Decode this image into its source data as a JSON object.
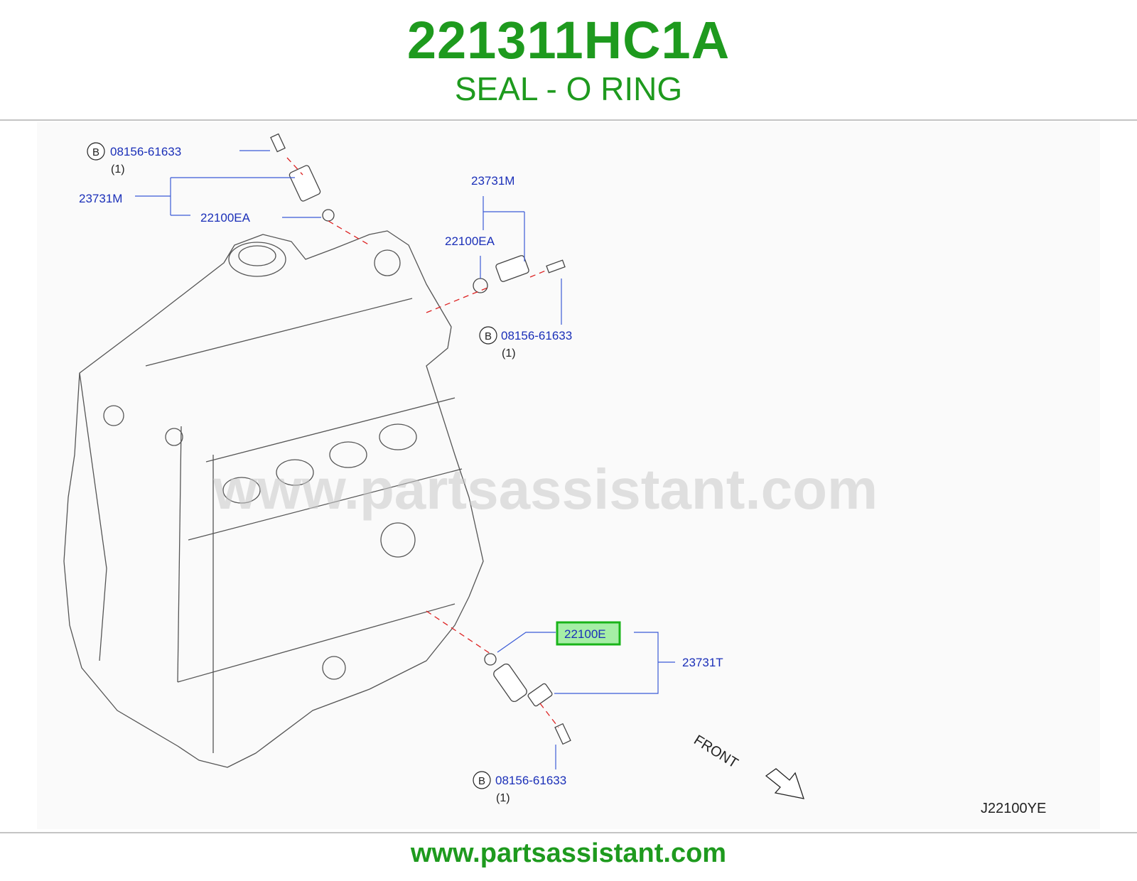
{
  "header": {
    "part_number": "221311HC1A",
    "part_name": "SEAL - O RING"
  },
  "diagram": {
    "callouts": {
      "bolt_top_left": {
        "badge": "B",
        "part": "08156-61633",
        "qty": "(1)"
      },
      "sensor_top_left": {
        "part": "23731M"
      },
      "oring_top_left": {
        "part": "22100EA"
      },
      "sensor_top_right": {
        "part": "23731M"
      },
      "oring_top_right": {
        "part": "22100EA"
      },
      "bolt_top_right": {
        "badge": "B",
        "part": "08156-61633",
        "qty": "(1)"
      },
      "oring_bottom_highlighted": {
        "part": "22100E",
        "highlight_color": "#19b419"
      },
      "sensor_bottom": {
        "part": "23731T"
      },
      "bolt_bottom": {
        "badge": "B",
        "part": "08156-61633",
        "qty": "(1)"
      }
    },
    "front_label": "FRONT",
    "figure_code": "J22100YE",
    "watermark": "www.partsassistant.com"
  },
  "footer": {
    "url": "www.partsassistant.com"
  },
  "colors": {
    "brand_green": "#1e9a1e",
    "label_blue": "#1a2fb8",
    "highlight_green": "#19b419",
    "highlight_fill": "#a6eea6"
  }
}
